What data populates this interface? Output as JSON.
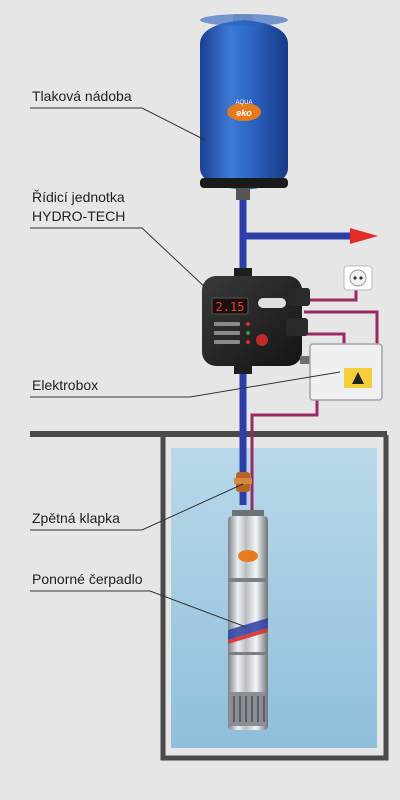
{
  "labels": {
    "tank": "Tlaková nádoba",
    "control_line1": "Řídicí jednotka",
    "control_line2": "HYDRO-TECH",
    "electrobox": "Elektrobox",
    "check_valve": "Zpětná klapka",
    "pump": "Ponorné čerpadlo"
  },
  "device": {
    "display_value": "2.15",
    "brand_top": "AQUA",
    "brand_bottom": "eko"
  },
  "colors": {
    "pipe": "#2d3fa6",
    "cable": "#9b2a63",
    "arrow": "#e52a2a",
    "tank": "#2f68c9",
    "water": "#a7cde3",
    "ground": "#4a4a4a",
    "display": "#ff3b2a"
  }
}
